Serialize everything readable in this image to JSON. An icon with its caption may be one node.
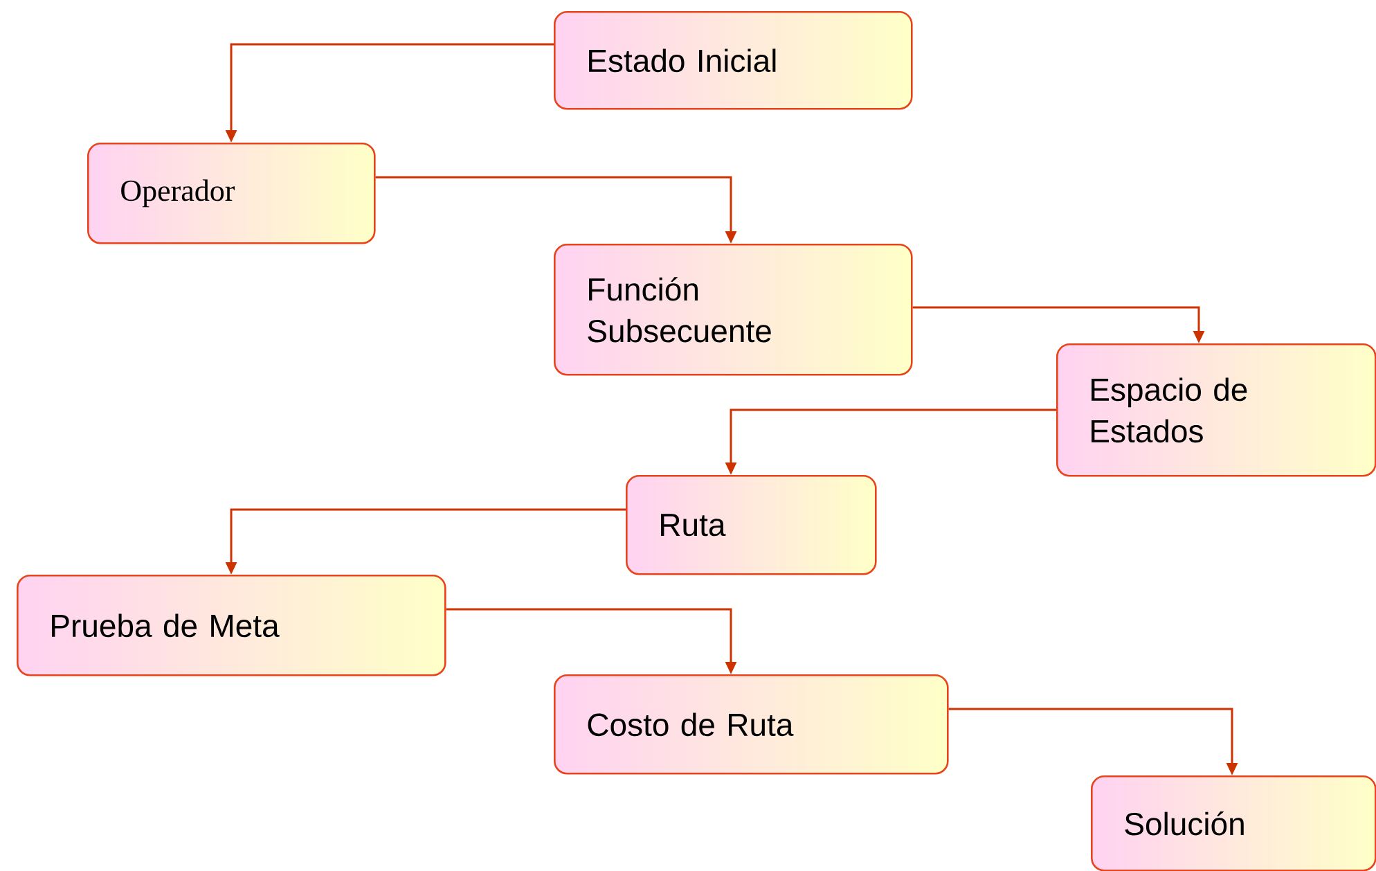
{
  "diagram": {
    "nodes": [
      {
        "text": [
          "Estado Inicial"
        ]
      },
      {
        "text": [
          "Operador"
        ]
      },
      {
        "text": [
          "Función Subsecuente"
        ]
      },
      {
        "text": [
          "Espacio de Estados"
        ]
      },
      {
        "text": [
          "Ruta"
        ]
      },
      {
        "text": [
          "Prueba de Meta"
        ]
      },
      {
        "text": [
          "Costo de Ruta"
        ]
      },
      {
        "text": [
          "Solución"
        ]
      }
    ],
    "edges": [
      {
        "from": 0,
        "to": 1,
        "arrow": "to"
      },
      {
        "from": 1,
        "to": 2,
        "arrow": "to"
      },
      {
        "from": 2,
        "to": 3,
        "arrow": "to"
      },
      {
        "from": 3,
        "to": 4,
        "arrow": "to"
      },
      {
        "from": 4,
        "to": 5,
        "arrow": "to"
      },
      {
        "from": 5,
        "to": 6,
        "arrow": "to"
      },
      {
        "from": 6,
        "to": 7,
        "arrow": "to"
      }
    ]
  }
}
